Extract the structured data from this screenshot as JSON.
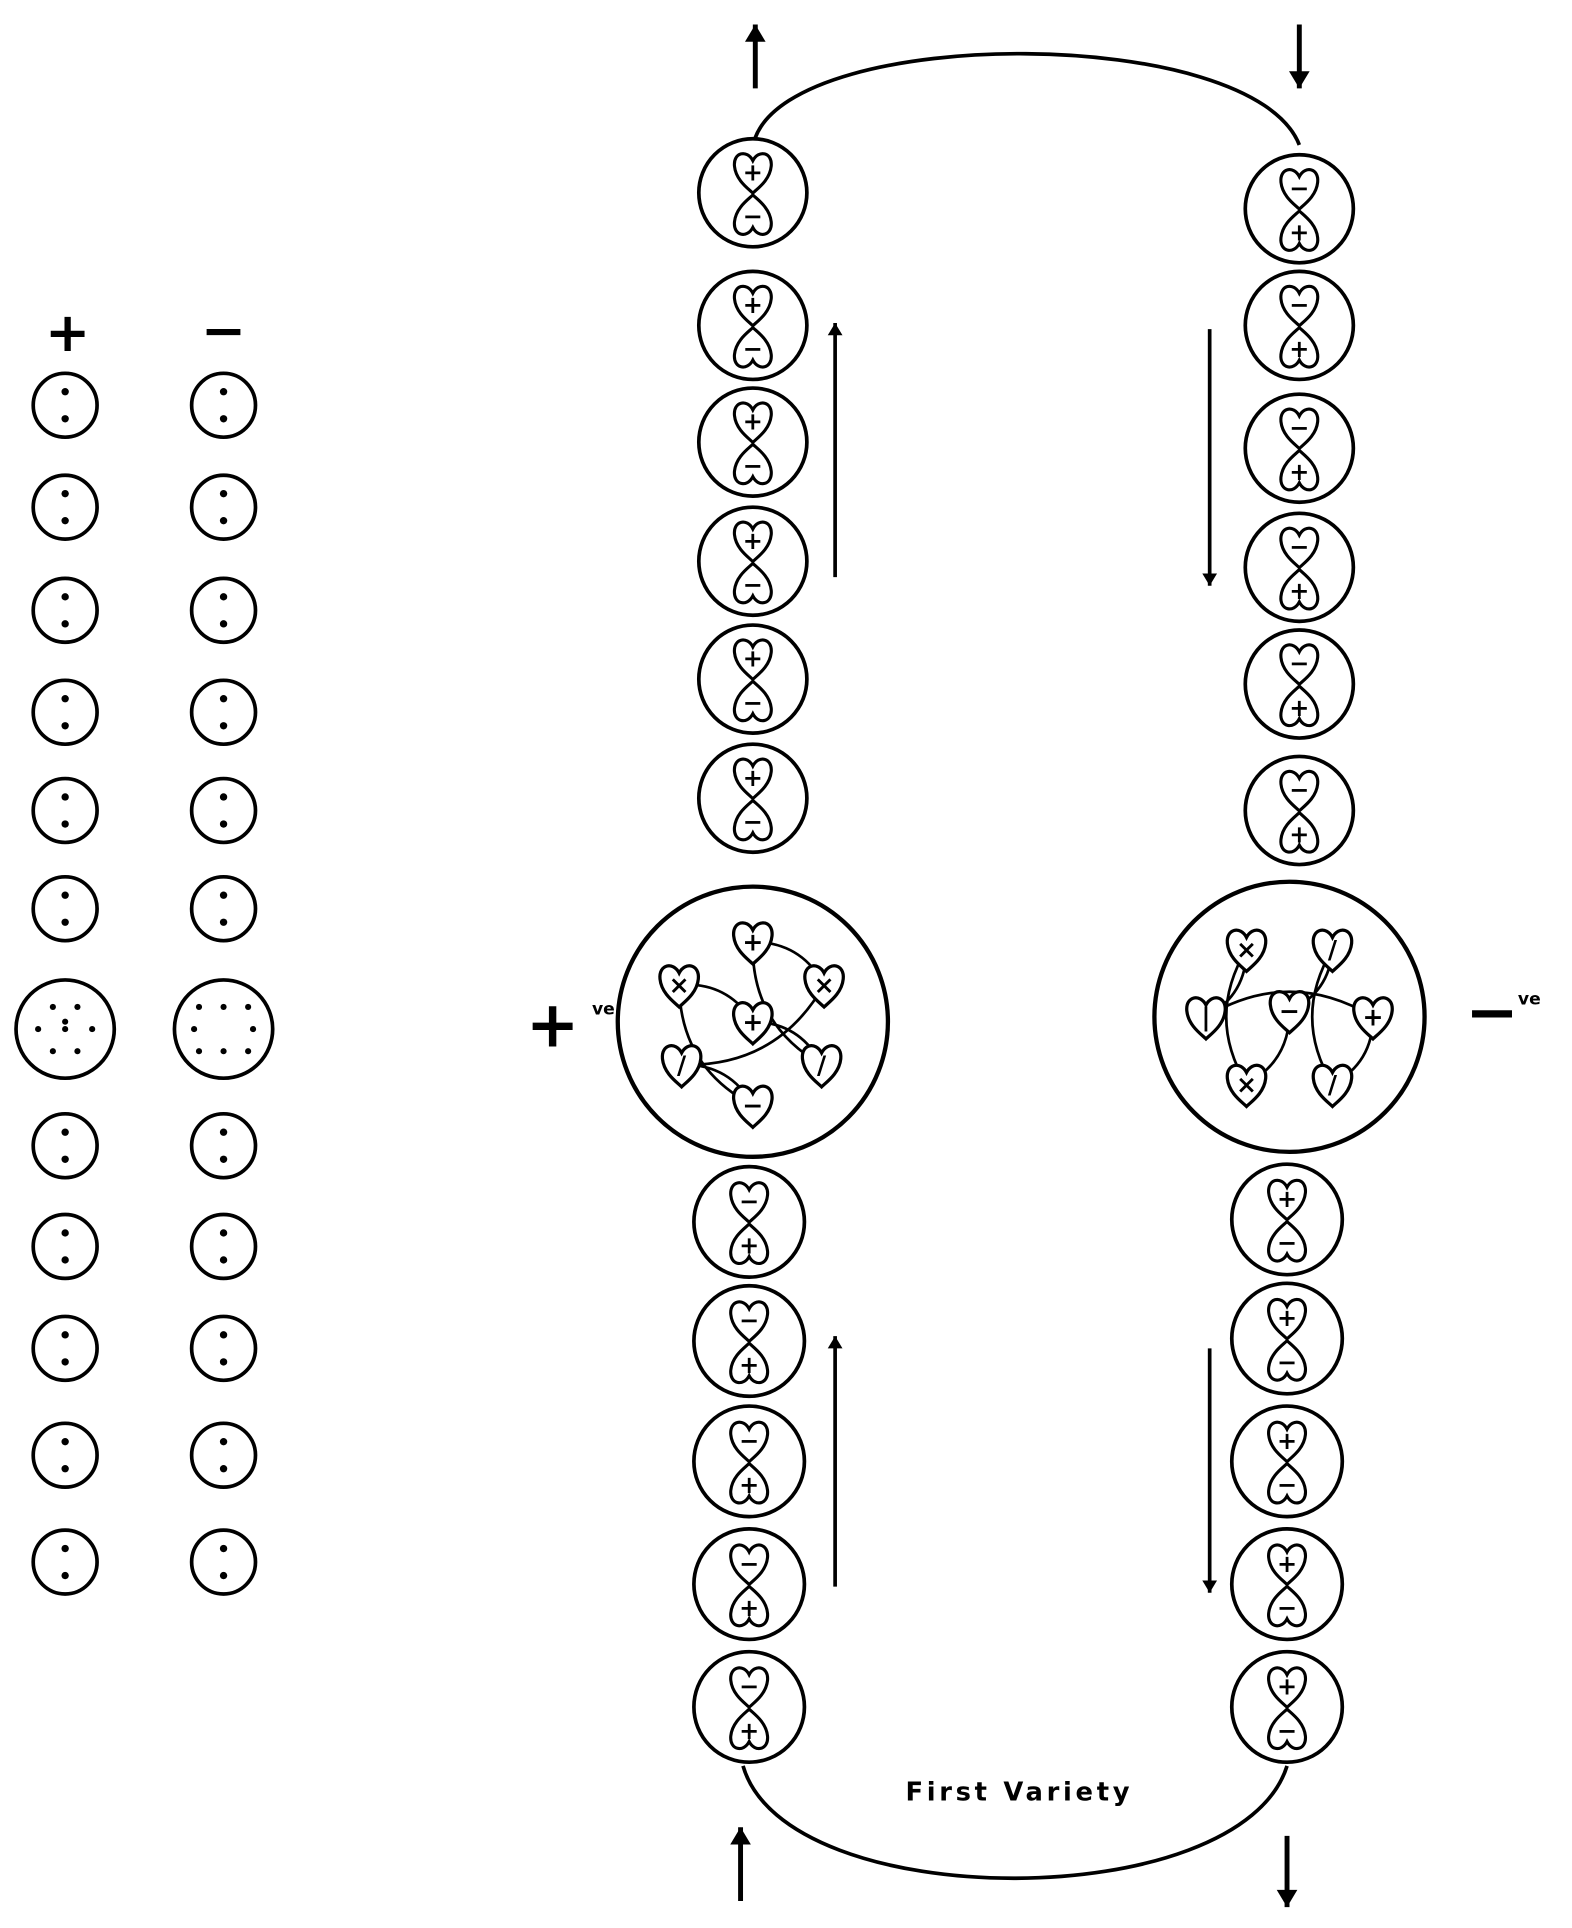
{
  "legend": {
    "plus_header": "+",
    "minus_header": "−",
    "rows": 12,
    "large_row_index": 6
  },
  "labels": {
    "positive": "+",
    "positive_sup": "ve",
    "negative": "−",
    "negative_sup": "ve",
    "title": "First Variety"
  },
  "chains": {
    "left_upper": {
      "count": 6,
      "signs": [
        "+",
        "−"
      ]
    },
    "left_lower": {
      "count": 5,
      "signs": [
        "−",
        "+"
      ]
    },
    "right_upper": {
      "count": 6,
      "signs": [
        "−",
        "+"
      ]
    },
    "right_lower": {
      "count": 5,
      "signs": [
        "+",
        "−"
      ]
    }
  },
  "centers": {
    "positive": [
      "+",
      "×",
      "×",
      "+",
      "/",
      "/",
      "−"
    ],
    "negative": [
      "×",
      "/",
      "|",
      "−",
      "+",
      "×",
      "/"
    ]
  },
  "colors": {
    "ink": "#000000",
    "paper": "#ffffff"
  }
}
